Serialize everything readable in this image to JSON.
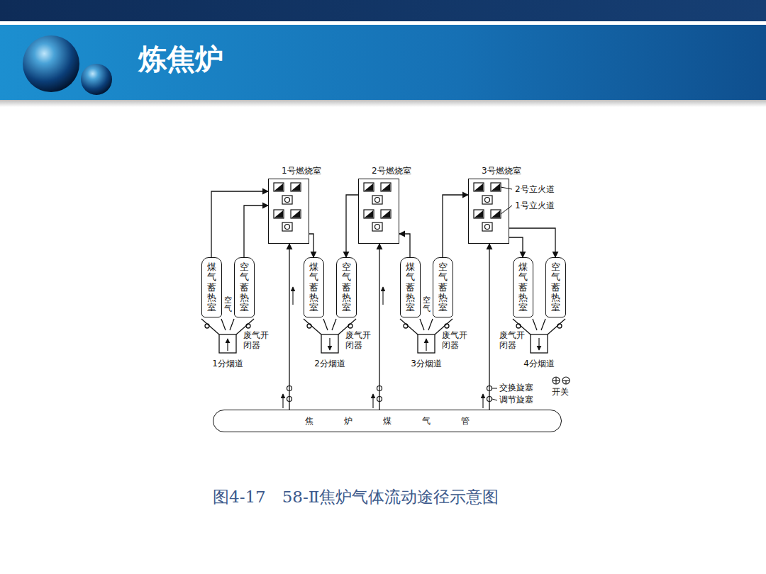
{
  "diagram": {
    "title": "炼焦炉",
    "caption": "图4-17　58-Ⅱ焦炉气体流动途径示意图",
    "nodes": [
      {
        "text": [
          "1号燃烧室"
        ]
      },
      {
        "text": [
          "2号燃烧室"
        ]
      },
      {
        "text": [
          "3号燃烧室"
        ]
      },
      {
        "text": [
          "煤气蓄热室"
        ]
      },
      {
        "text": [
          "空气蓄热室"
        ]
      },
      {
        "text": [
          "煤气蓄热室"
        ]
      },
      {
        "text": [
          "空气蓄热室"
        ]
      },
      {
        "text": [
          "煤气蓄热室"
        ]
      },
      {
        "text": [
          "空气蓄热室"
        ]
      },
      {
        "text": [
          "煤气蓄热室"
        ]
      },
      {
        "text": [
          "空气蓄热室"
        ]
      },
      {
        "text": [
          "焦炉煤气管"
        ]
      }
    ],
    "edges": [
      {
        "from": 3,
        "to": 0,
        "arrow": "to"
      },
      {
        "from": 4,
        "to": 0,
        "arrow": "to"
      },
      {
        "from": 0,
        "to": 5,
        "arrow": "to"
      },
      {
        "from": 1,
        "to": 6,
        "arrow": "to"
      },
      {
        "from": 7,
        "to": 1,
        "arrow": "to"
      },
      {
        "from": 8,
        "to": 2,
        "arrow": "to"
      },
      {
        "from": 2,
        "to": 9,
        "arrow": "to"
      },
      {
        "from": 2,
        "to": 10,
        "arrow": "to"
      },
      {
        "from": 11,
        "to": 0,
        "arrow": "to"
      },
      {
        "from": 11,
        "to": 1,
        "arrow": "to"
      },
      {
        "from": 11,
        "to": 2,
        "arrow": "to"
      }
    ],
    "labels": [
      "2号立火道",
      "1号立火道",
      "空气",
      "空气",
      "废气开闭器",
      "废气开闭器",
      "废气开闭器",
      "废气开闭器",
      "1分烟道",
      "2分烟道",
      "3分烟道",
      "4分烟道",
      "交换旋塞",
      "调节旋塞",
      "开关"
    ]
  }
}
